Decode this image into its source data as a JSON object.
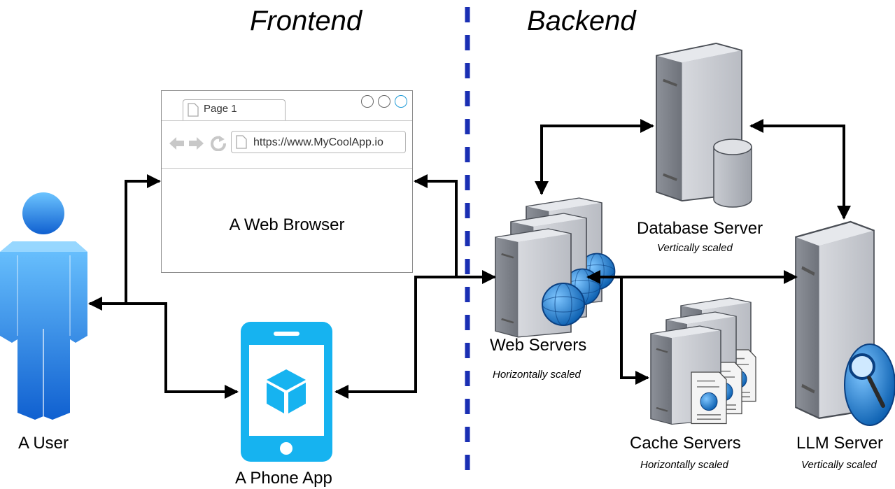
{
  "headings": {
    "frontend": "Frontend",
    "backend": "Backend"
  },
  "browser": {
    "tab_label": "Page 1",
    "url": "https://www.MyCoolApp.io",
    "page_label": "A Web Browser"
  },
  "nodes": {
    "user": {
      "label": "A User"
    },
    "phone_app": {
      "label": "A Phone App"
    },
    "web_servers": {
      "label": "Web Servers",
      "note": "Horizontally scaled"
    },
    "database_server": {
      "label": "Database Server",
      "note": "Vertically scaled"
    },
    "cache_servers": {
      "label": "Cache Servers",
      "note": "Horizontally scaled"
    },
    "llm_server": {
      "label": "LLM Server",
      "note": "Vertically scaled"
    }
  },
  "colors": {
    "divider": "#1a2fb3",
    "user_blue": "#3aa0f0",
    "phone_blue": "#16b3f0",
    "server_gray": "#a9adb5",
    "globe_blue": "#1a7fd0",
    "arrow": "#000000"
  },
  "icons": {
    "user": "person-icon",
    "phone": "phone-app-icon",
    "server": "server-tower-icon",
    "globe": "globe-icon",
    "database": "database-cylinder-icon",
    "document": "document-icon",
    "magnifier": "magnifier-icon"
  }
}
